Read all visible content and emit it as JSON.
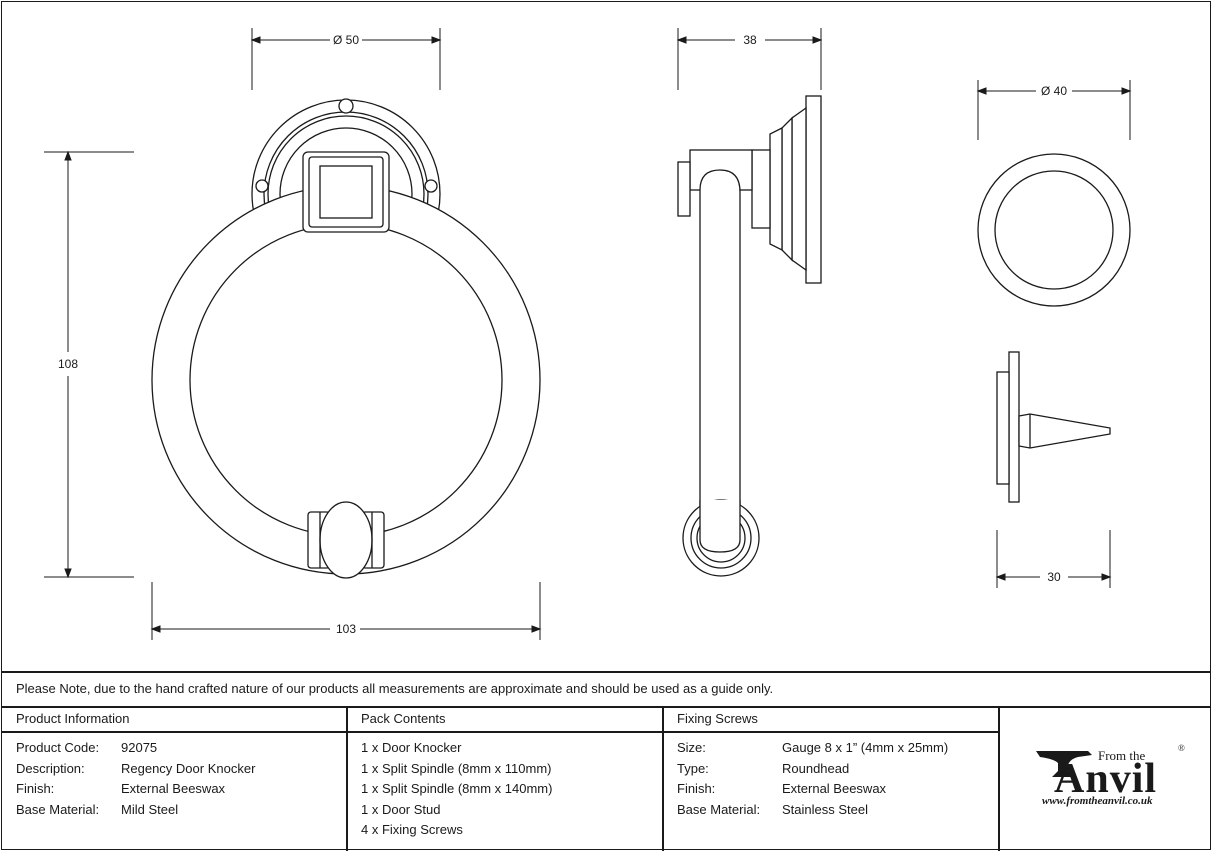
{
  "dimensions": {
    "knocker_width_top": "Ø 50",
    "knocker_height": "108",
    "knocker_width_bottom": "103",
    "side_depth": "38",
    "stud_diameter": "Ø 40",
    "stud_depth": "30"
  },
  "note": "Please Note, due to the hand crafted nature of our products all measurements are approximate and should be used as a guide only.",
  "product_info": {
    "header": "Product Information",
    "rows": [
      {
        "label": "Product Code:",
        "value": "92075"
      },
      {
        "label": "Description:",
        "value": "Regency Door Knocker"
      },
      {
        "label": "Finish:",
        "value": "External Beeswax"
      },
      {
        "label": "Base Material:",
        "value": "Mild Steel"
      }
    ]
  },
  "pack_contents": {
    "header": "Pack Contents",
    "items": [
      "1 x Door Knocker",
      "1 x Split Spindle (8mm x 110mm)",
      "1 x Split Spindle (8mm x 140mm)",
      "1 x Door Stud",
      "4 x Fixing Screws"
    ]
  },
  "fixing_screws": {
    "header": "Fixing Screws",
    "rows": [
      {
        "label": "Size:",
        "value": "Gauge 8 x 1” (4mm x 25mm)"
      },
      {
        "label": "Type:",
        "value": "Roundhead"
      },
      {
        "label": "Finish:",
        "value": "External Beeswax"
      },
      {
        "label": "Base Material:",
        "value": "Stainless Steel"
      }
    ]
  },
  "logo": {
    "prefix": "From the",
    "name": "Anvil",
    "registered": "®",
    "url": "www.fromtheanvil.co.uk"
  }
}
